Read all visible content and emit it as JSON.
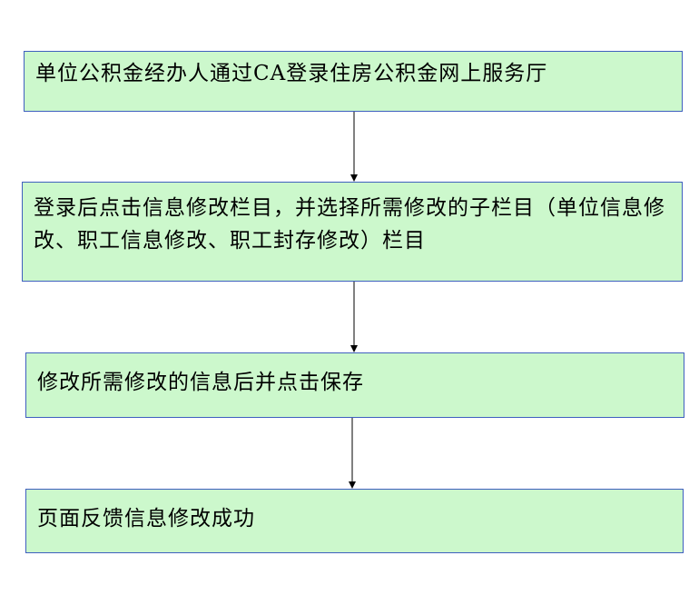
{
  "steps": [
    "单位公积金经办人通过CA登录住房公积金网上服务厅",
    "登录后点击信息修改栏目，并选择所需修改的子栏目（单位信息修改、职工信息修改、职工封存修改）栏目",
    "修改所需修改的信息后并点击保存",
    "页面反馈信息修改成功"
  ]
}
